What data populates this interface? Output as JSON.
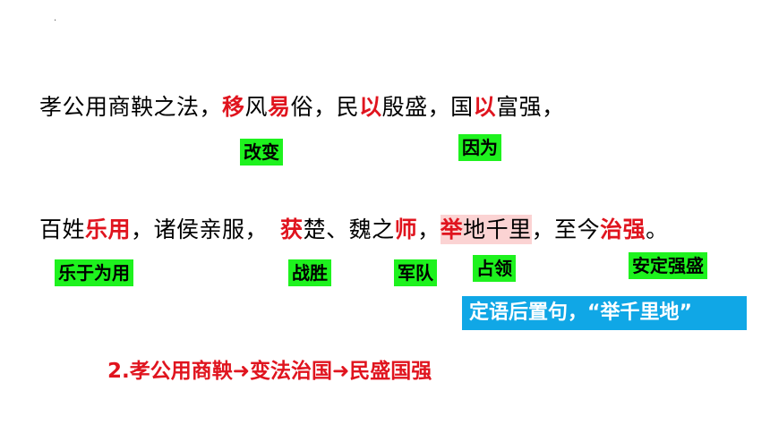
{
  "dot": "·",
  "line1": {
    "s1": "孝公用商鞅之法，",
    "s2": "移",
    "s3": "风",
    "s4": "易",
    "s5": "俗，民",
    "s6": "以",
    "s7": "殷盛，国",
    "s8": "以",
    "s9": "富强，"
  },
  "line2": {
    "s1": "百姓",
    "s2": "乐用",
    "s3": "，诸侯亲服，",
    "s4": "获",
    "s5": "楚、魏之",
    "s6": "师",
    "s7": "，",
    "s8": "举",
    "s9": "地千里",
    "s10": "，至今",
    "s11": "治强",
    "s12": "。"
  },
  "glosses": {
    "gaibian": "改变",
    "yinwei": "因为",
    "leyuweiyong": "乐于为用",
    "zhansheng": "战胜",
    "jundui": "军队",
    "zhanling": "占领",
    "andingqiangsheng": "安定强盛"
  },
  "note": "定语后置句，“举千里地”",
  "summary": "2.孝公用商鞅➜变法治国➜民盛国强",
  "colors": {
    "red": "#e0141e",
    "green_box": "#1ef21e",
    "blue_box": "#10a7e6",
    "pink_highlight": "#fbd3d3"
  }
}
